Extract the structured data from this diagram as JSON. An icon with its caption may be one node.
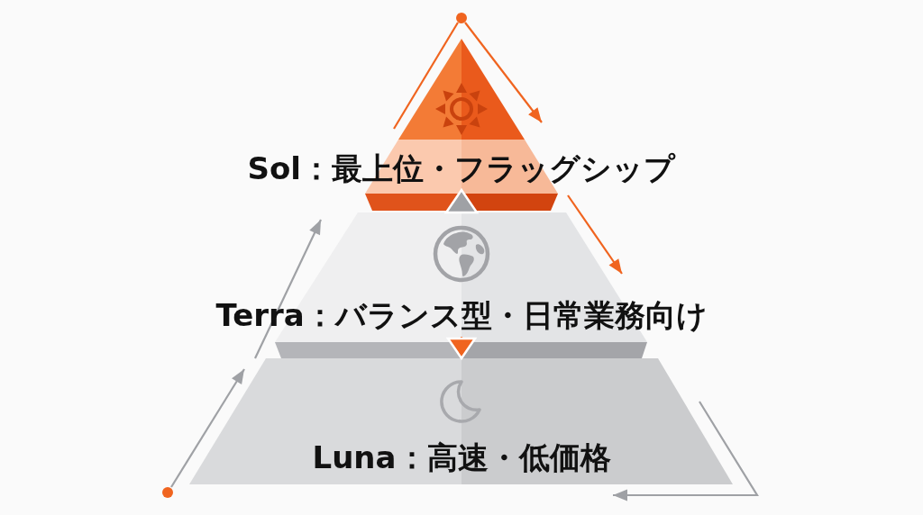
{
  "diagram": {
    "nodes": [
      {
        "text": [],
        "shape": "circle"
      },
      {
        "text": [
          "Sol：最上位・フラッグシップ"
        ]
      },
      {
        "text": [
          "Terra：バランス型・日常業務向け"
        ]
      },
      {
        "text": [
          "Luna：高速・低価格"
        ]
      },
      {
        "text": [],
        "shape": "circle"
      }
    ],
    "edges": [
      {
        "from": 1,
        "to": 0,
        "arrow": "none",
        "color": "#f0641f"
      },
      {
        "from": 0,
        "to": 1,
        "arrow": "to",
        "color": "#f0641f"
      },
      {
        "from": 2,
        "to": 1,
        "arrow": "to",
        "color": "#9fa1a5"
      },
      {
        "from": 1,
        "to": 2,
        "arrow": "to",
        "color": "#f0641f"
      },
      {
        "from": 2,
        "to": 3,
        "arrow": "to",
        "color": "#f0641f"
      },
      {
        "from": 3,
        "to": 2,
        "arrow": "to",
        "color": "#9fa1a5"
      },
      {
        "from": 4,
        "to": 3,
        "arrow": "to",
        "color": "#9fa1a5"
      },
      {
        "from": null,
        "to": 3,
        "arrow": "to",
        "color": "#9fa1a5"
      }
    ]
  }
}
